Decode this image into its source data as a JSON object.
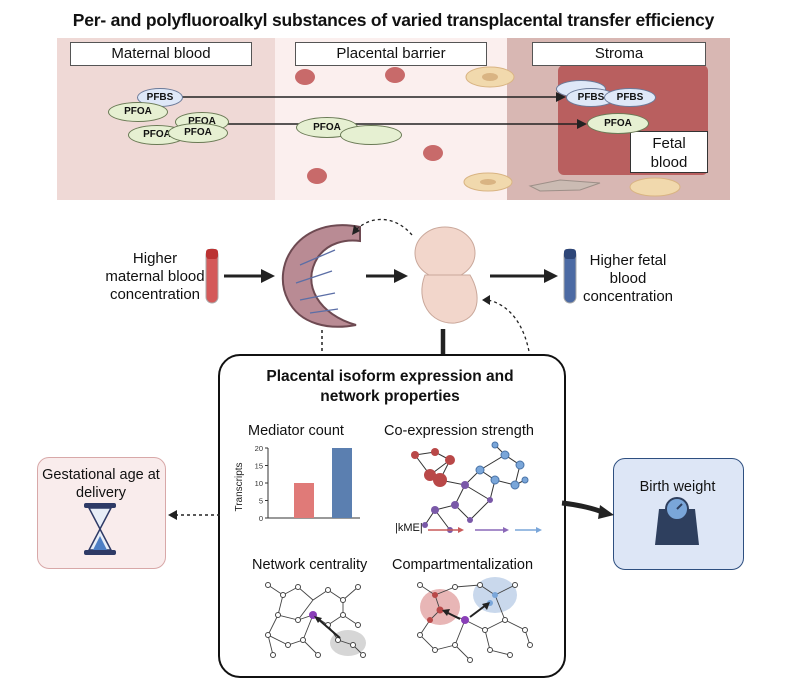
{
  "title": "Per- and polyfluoroalkyl substances of varied transplacental transfer efficiency",
  "panels": {
    "maternal": "Maternal blood",
    "placental": "Placental barrier",
    "stroma": "Stroma",
    "fetal_blood": "Fetal blood"
  },
  "molecules": {
    "pfbs": "PFBS",
    "pfoa": "PFOA"
  },
  "middle": {
    "higher_maternal": "Higher maternal blood concentration",
    "higher_fetal": "Higher fetal blood concentration"
  },
  "main_box": {
    "title": "Placental isoform expression and network properties",
    "mediator": "Mediator count",
    "coexpression": "Co-expression strength",
    "centrality": "Network centrality",
    "compartment": "Compartmentalization",
    "kme": "|kME|"
  },
  "outcomes": {
    "gestational": "Gestational age at delivery",
    "birth_weight": "Birth weight"
  },
  "chart_data": {
    "type": "bar",
    "categories": [
      "",
      ""
    ],
    "values": [
      10,
      20
    ],
    "ylabel": "Transcripts",
    "ylim": [
      0,
      20
    ],
    "yticks": [
      0,
      5,
      10,
      15,
      20
    ],
    "colors": [
      "#e07a78",
      "#5b7fb0"
    ]
  },
  "colors": {
    "maternal_bg": "#efd9d6",
    "placental_bg": "#fbefee",
    "stroma_bg": "#d8b7b3",
    "fetal_bg": "#b95f5f",
    "gestational_box": "#f9ecec",
    "birth_box": "#dde6f6"
  }
}
